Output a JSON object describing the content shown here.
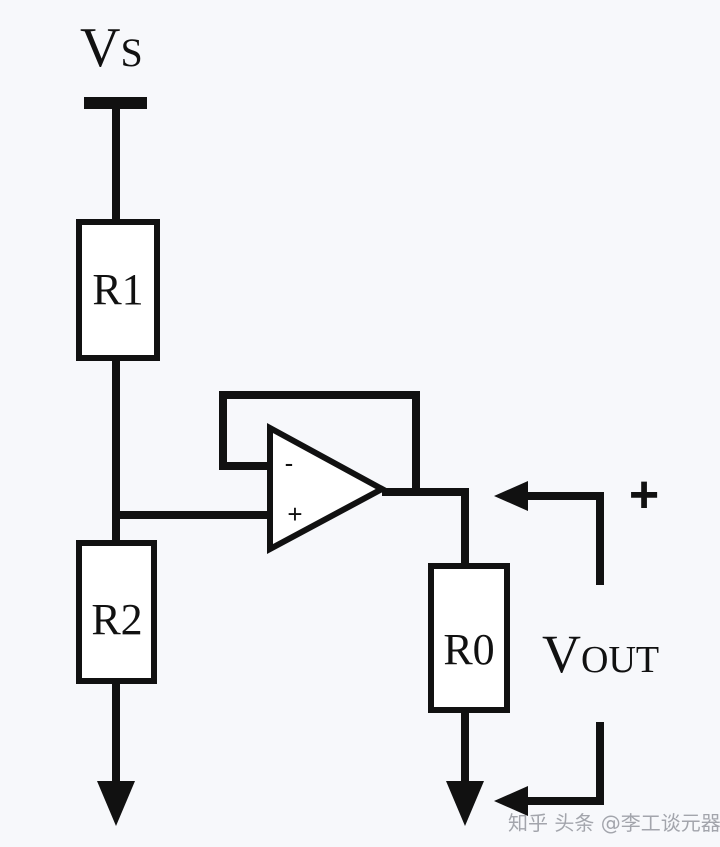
{
  "diagram": {
    "supply": {
      "letter": "V",
      "sub": "S"
    },
    "resistors": {
      "r1": "R1",
      "r2": "R2",
      "r0": "R0"
    },
    "opamp": {
      "minus": "-",
      "plus": "+"
    },
    "output": {
      "letter": "V",
      "sub": "OUT",
      "plus_sign": "+"
    }
  },
  "watermark": "知乎 头条 @李工谈元器件",
  "colors": {
    "background": "#f7f8fb",
    "ink": "#111111"
  }
}
